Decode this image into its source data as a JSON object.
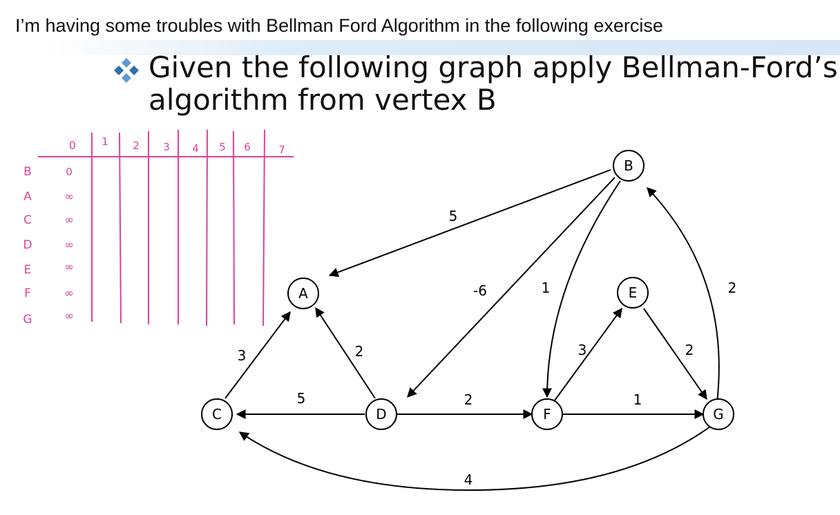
{
  "question": "I’m having some troubles with Bellman Ford Algorithm in the following exercise",
  "slide": {
    "heading_line1": "Given the following graph apply Bellman-Ford’s",
    "heading_line2": "algorithm from vertex B"
  },
  "table": {
    "columns": [
      "0",
      "1",
      "2",
      "3",
      "4",
      "5",
      "6",
      "7"
    ],
    "rows": [
      {
        "vertex": "B",
        "initial": "0"
      },
      {
        "vertex": "A",
        "initial": "∞"
      },
      {
        "vertex": "C",
        "initial": "∞"
      },
      {
        "vertex": "D",
        "initial": "∞"
      },
      {
        "vertex": "E",
        "initial": "∞"
      },
      {
        "vertex": "F",
        "initial": "∞"
      },
      {
        "vertex": "G",
        "initial": "∞"
      }
    ]
  },
  "graph": {
    "nodes": [
      "A",
      "B",
      "C",
      "D",
      "E",
      "F",
      "G"
    ],
    "edges": [
      {
        "from": "B",
        "to": "A",
        "weight": "5"
      },
      {
        "from": "B",
        "to": "D",
        "weight": "-6"
      },
      {
        "from": "B",
        "to": "F",
        "weight": "1"
      },
      {
        "from": "G",
        "to": "B",
        "weight": "2"
      },
      {
        "from": "C",
        "to": "A",
        "weight": "3"
      },
      {
        "from": "D",
        "to": "A",
        "weight": "2"
      },
      {
        "from": "D",
        "to": "C",
        "weight": "5"
      },
      {
        "from": "D",
        "to": "F",
        "weight": "2"
      },
      {
        "from": "F",
        "to": "E",
        "weight": "3"
      },
      {
        "from": "E",
        "to": "G",
        "weight": "2"
      },
      {
        "from": "F",
        "to": "G",
        "weight": "1"
      },
      {
        "from": "G",
        "to": "C",
        "weight": "4"
      }
    ]
  },
  "colors": {
    "handwriting": "#e0409a",
    "bullet": "#3a78b8"
  }
}
